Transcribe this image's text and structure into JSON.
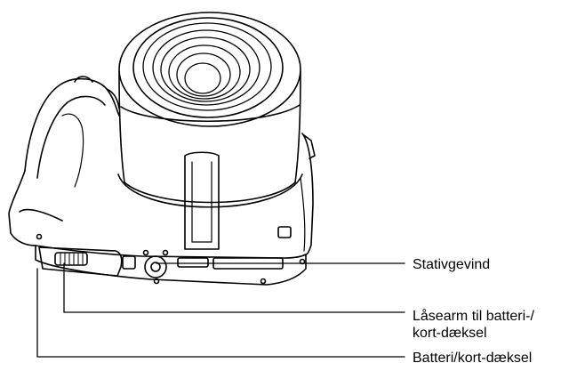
{
  "labels": {
    "tripod_mount": "Stativgevind",
    "lock_lever_line1": "Låsearm til batteri-/",
    "lock_lever_line2": "kort-dæksel",
    "battery_cover": "Batteri/kort-dæksel"
  }
}
